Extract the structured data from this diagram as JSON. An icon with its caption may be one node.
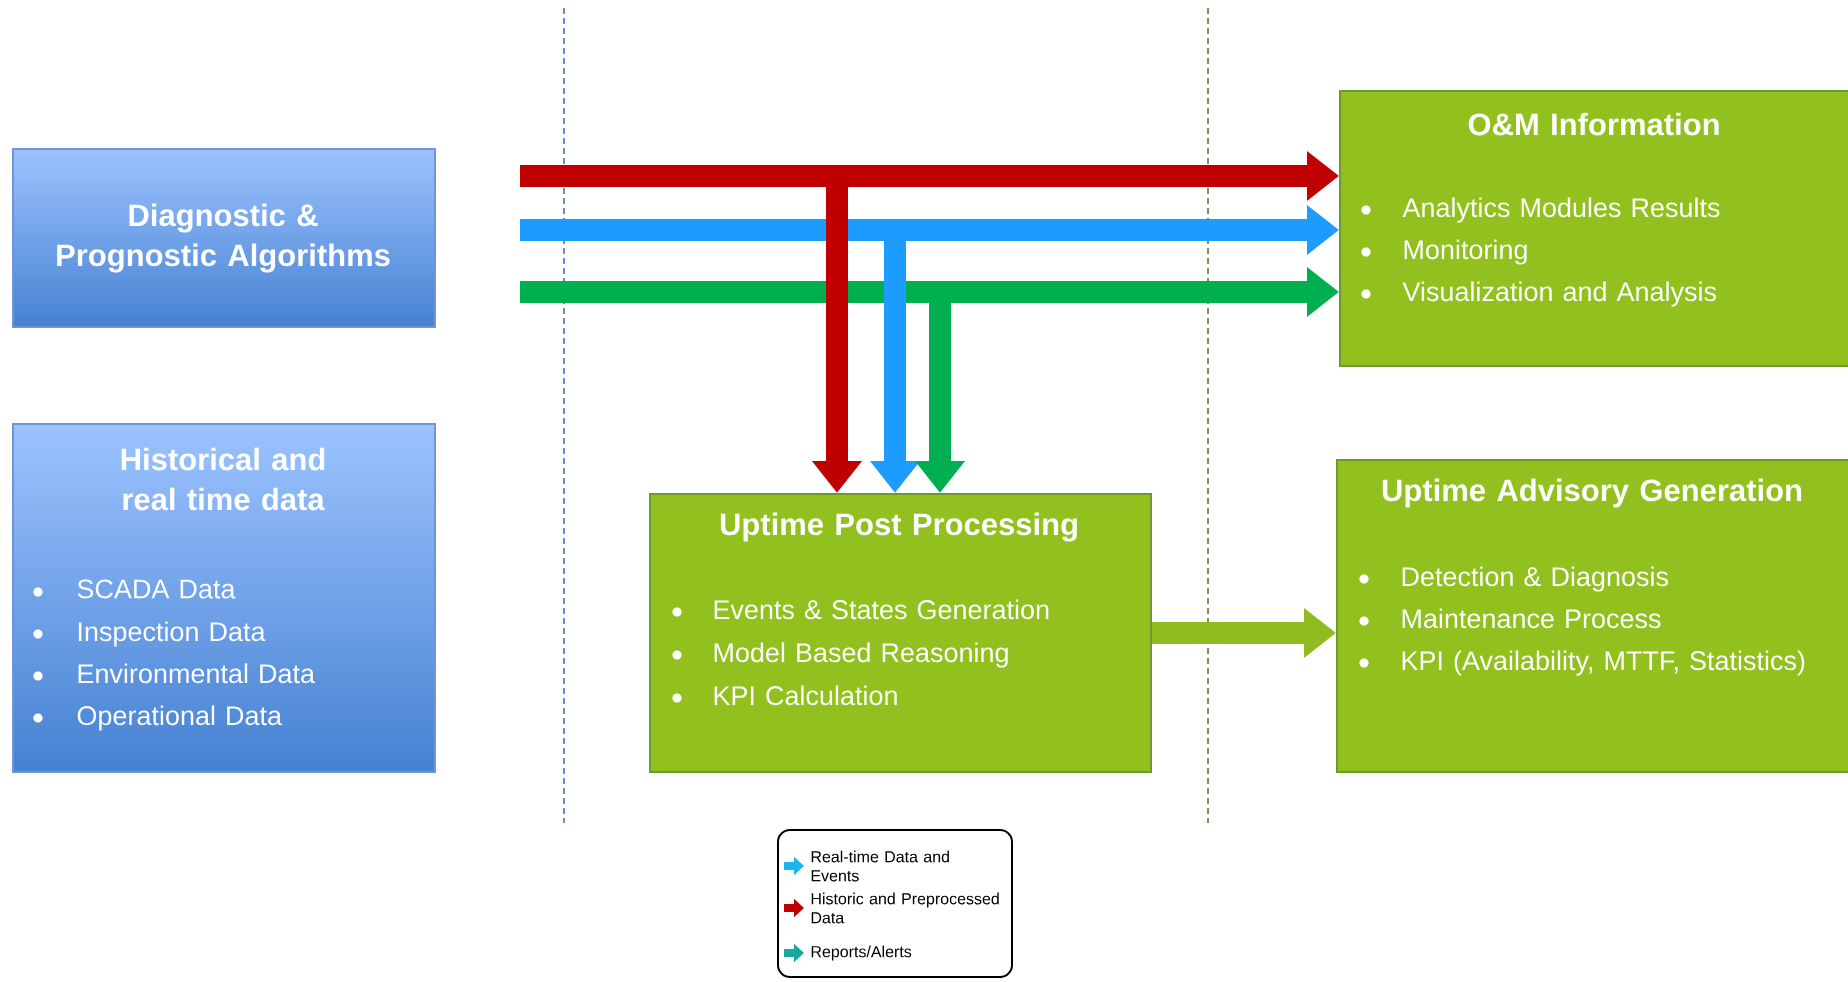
{
  "diagram": {
    "nodes": [
      {
        "text": [
          "Diagnostic & Prognostic Algorithms"
        ]
      },
      {
        "text": [
          "Historical and real time data",
          "SCADA Data",
          "Inspection Data",
          "Environmental Data",
          "Operational Data"
        ]
      },
      {
        "text": [
          "O&M Information",
          "Analytics Modules Results",
          "Monitoring",
          "Visualization and Analysis"
        ]
      },
      {
        "text": [
          "Uptime Post Processing",
          "Events & States Generation",
          "Model Based Reasoning",
          "KPI Calculation"
        ]
      },
      {
        "text": [
          "Uptime Advisory Generation",
          "Detection & Diagnosis",
          "Maintenance Process",
          "KPI (Availability, MTTF, Statistics)"
        ]
      }
    ],
    "edges": [
      {
        "from": null,
        "to": 2,
        "arrow": "to",
        "color": "#c00000"
      },
      {
        "from": null,
        "to": 2,
        "arrow": "to",
        "color": "#1e9bff"
      },
      {
        "from": null,
        "to": 2,
        "arrow": "to",
        "color": "#00b050"
      },
      {
        "from": null,
        "to": 3,
        "arrow": "to",
        "color": "#c00000"
      },
      {
        "from": null,
        "to": 3,
        "arrow": "to",
        "color": "#1e9bff"
      },
      {
        "from": null,
        "to": 3,
        "arrow": "to",
        "color": "#00b050"
      },
      {
        "from": 3,
        "to": 4,
        "arrow": "to",
        "color": "#8fbc1e"
      }
    ],
    "legend": [
      {
        "text": "Real-time Data and Events",
        "color": "#1eb4ee"
      },
      {
        "text": "Historic and Preprocessed Data",
        "color": "#c00000"
      },
      {
        "text": "Reports/Alerts",
        "color": "#1aa9a0"
      }
    ]
  }
}
